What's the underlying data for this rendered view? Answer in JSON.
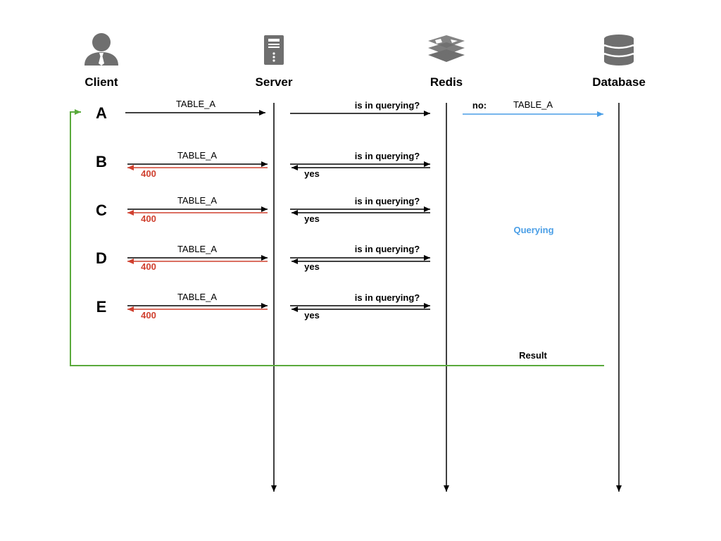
{
  "actors": {
    "client": "Client",
    "server": "Server",
    "redis": "Redis",
    "database": "Database"
  },
  "icons": {
    "client": "user-icon",
    "server": "server-icon",
    "redis": "redis-stack-icon",
    "database": "database-icon"
  },
  "rows": [
    {
      "id": "A",
      "request": "TABLE_A",
      "check": "is in querying?",
      "answer": "no:",
      "forward": "TABLE_A"
    },
    {
      "id": "B",
      "request": "TABLE_A",
      "check": "is in querying?",
      "answer": "yes",
      "error": "400"
    },
    {
      "id": "C",
      "request": "TABLE_A",
      "check": "is in querying?",
      "answer": "yes",
      "error": "400"
    },
    {
      "id": "D",
      "request": "TABLE_A",
      "check": "is in querying?",
      "answer": "yes",
      "error": "400"
    },
    {
      "id": "E",
      "request": "TABLE_A",
      "check": "is in querying?",
      "answer": "yes",
      "error": "400"
    }
  ],
  "status": "Querying",
  "result": "Result",
  "colors": {
    "black": "#000000",
    "error": "#d0402f",
    "query": "#4a9ee6",
    "result": "#5aaa3c",
    "icon": "#6f6f6f"
  }
}
